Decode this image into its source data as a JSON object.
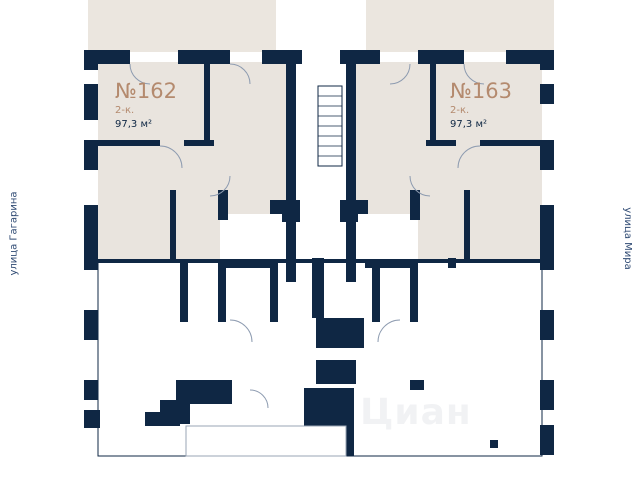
{
  "streets": {
    "left": "улица Гагарина",
    "right": "улица Мира"
  },
  "apartments": [
    {
      "number": "№162",
      "type": "2-к.",
      "area": "97,3 м²"
    },
    {
      "number": "№163",
      "type": "2-к.",
      "area": "97,3 м²"
    }
  ],
  "watermark": "Циан",
  "colors": {
    "wall": "#0f2744",
    "apartment_fill": "#e9e4de",
    "accent": "#b48a6e"
  }
}
